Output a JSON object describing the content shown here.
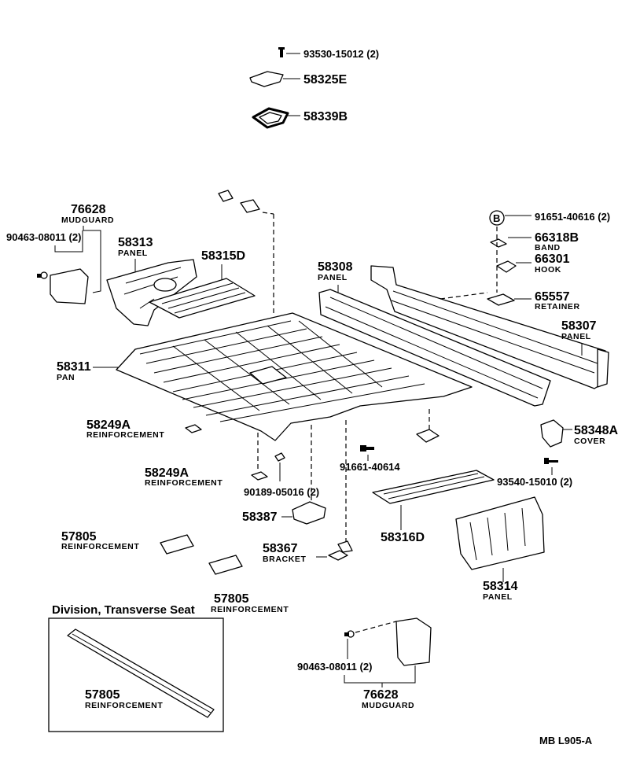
{
  "title_code": "MB   L905-A",
  "circle_marker": "B",
  "inset": {
    "title": "Division, Transverse Seat"
  },
  "labels": {
    "p93530": "93530-15012 (2)",
    "p58325E": "58325E",
    "p58339B": "58339B",
    "p76628a_num": "76628",
    "p76628a_sub": "MUDGUARD",
    "p90463a": "90463-08011 (2)",
    "p58313_num": "58313",
    "p58313_sub": "PANEL",
    "p58315D": "58315D",
    "p58308_num": "58308",
    "p58308_sub": "PANEL",
    "p91651": "91651-40616 (2)",
    "p66318B_num": "66318B",
    "p66318B_sub": "BAND",
    "p66301_num": "66301",
    "p66301_sub": "HOOK",
    "p65557_num": "65557",
    "p65557_sub": "RETAINER",
    "p58307_num": "58307",
    "p58307_sub": "PANEL",
    "p58311_num": "58311",
    "p58311_sub": "PAN",
    "p58249Aa_num": "58249A",
    "p58249Aa_sub": "REINFORCEMENT",
    "p58348A_num": "58348A",
    "p58348A_sub": "COVER",
    "p91661": "91661-40614",
    "p93540": "93540-15010 (2)",
    "p58249Ab_num": "58249A",
    "p58249Ab_sub": "REINFORCEMENT",
    "p90189": "90189-05016 (2)",
    "p58387": "58387",
    "p58316D": "58316D",
    "p57805a_num": "57805",
    "p57805a_sub": "REINFORCEMENT",
    "p58367_num": "58367",
    "p58367_sub": "BRACKET",
    "p58314_num": "58314",
    "p58314_sub": "PANEL",
    "p57805b_num": "57805",
    "p57805b_sub": "REINFORCEMENT",
    "p57805c_num": "57805",
    "p57805c_sub": "REINFORCEMENT",
    "p90463b": "90463-08011 (2)",
    "p76628b_num": "76628",
    "p76628b_sub": "MUDGUARD"
  }
}
